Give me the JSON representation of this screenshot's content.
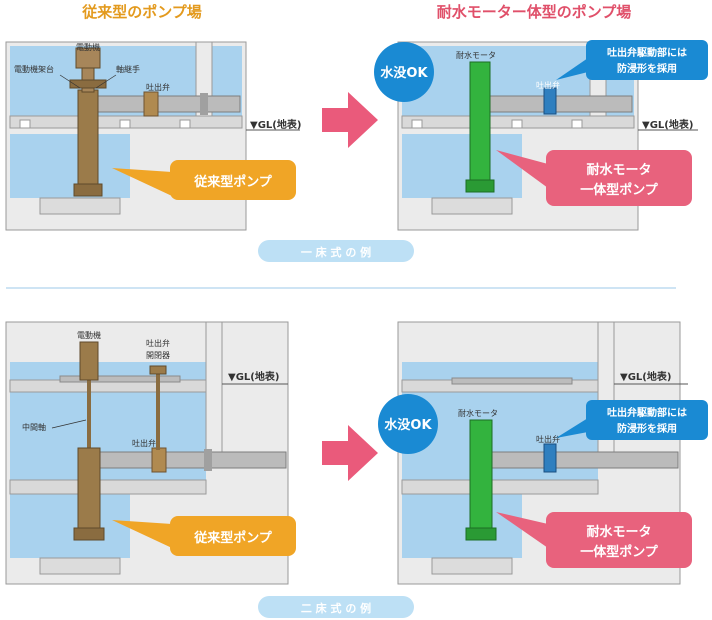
{
  "headers": {
    "left": "従来型のポンプ場",
    "right": "耐水モーター体型のポンプ場"
  },
  "colors": {
    "header_orange": "#e39a1e",
    "header_red": "#e0506a",
    "water": "#a9d2ee",
    "concrete": "#e8e8e8",
    "pipe": "#b7b7b7",
    "pump_brown": "#9b7b4a",
    "pump_green": "#33b33e",
    "callout_orange": "#f0a526",
    "callout_pink": "#e8627d",
    "bubble_blue": "#1a8ad3",
    "arrow_pink": "#ea5a7b",
    "caption_bg": "#bde0f5"
  },
  "top": {
    "left": {
      "labels": {
        "motor": "電動機",
        "stand": "電動機架台",
        "coupling": "軸継手",
        "valve": "吐出弁"
      },
      "gl": "▼GL(地表)",
      "callout": "従来型ポンプ"
    },
    "right": {
      "bubble": "水没OK",
      "labels": {
        "motor": "耐水モータ",
        "valve": "吐出弁"
      },
      "gl": "▼GL(地表)",
      "note_line1": "吐出弁駆動部には",
      "note_line2": "防浸形を採用",
      "callout_line1": "耐水モータ",
      "callout_line2": "一体型ポンプ"
    },
    "caption": "一 床 式 の 例"
  },
  "bottom": {
    "left": {
      "labels": {
        "motor": "電動機",
        "valve_op1": "吐出弁",
        "valve_op2": "開閉器",
        "shaft": "中間軸",
        "valve": "吐出弁"
      },
      "gl": "▼GL(地表)",
      "callout": "従来型ポンプ"
    },
    "right": {
      "bubble": "水没OK",
      "labels": {
        "motor": "耐水モータ",
        "valve": "吐出弁"
      },
      "gl": "▼GL(地表)",
      "note_line1": "吐出弁駆動部には",
      "note_line2": "防浸形を採用",
      "callout_line1": "耐水モータ",
      "callout_line2": "一体型ポンプ"
    },
    "caption": "二 床 式 の 例"
  }
}
